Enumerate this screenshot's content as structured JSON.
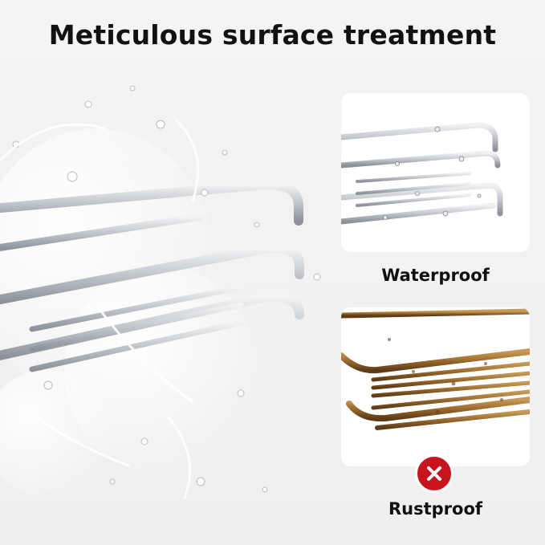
{
  "headline": "Meticulous surface treatment",
  "panels": {
    "top": {
      "caption": "Waterproof",
      "icon": "wet-basket-image"
    },
    "bottom": {
      "caption": "Rustproof",
      "icon": "rusty-basket-image",
      "badge_icon": "cross-icon"
    }
  },
  "colors": {
    "badge": "#c8141c",
    "metal": "#c9cdd2",
    "rust": "#9a6a2e"
  }
}
